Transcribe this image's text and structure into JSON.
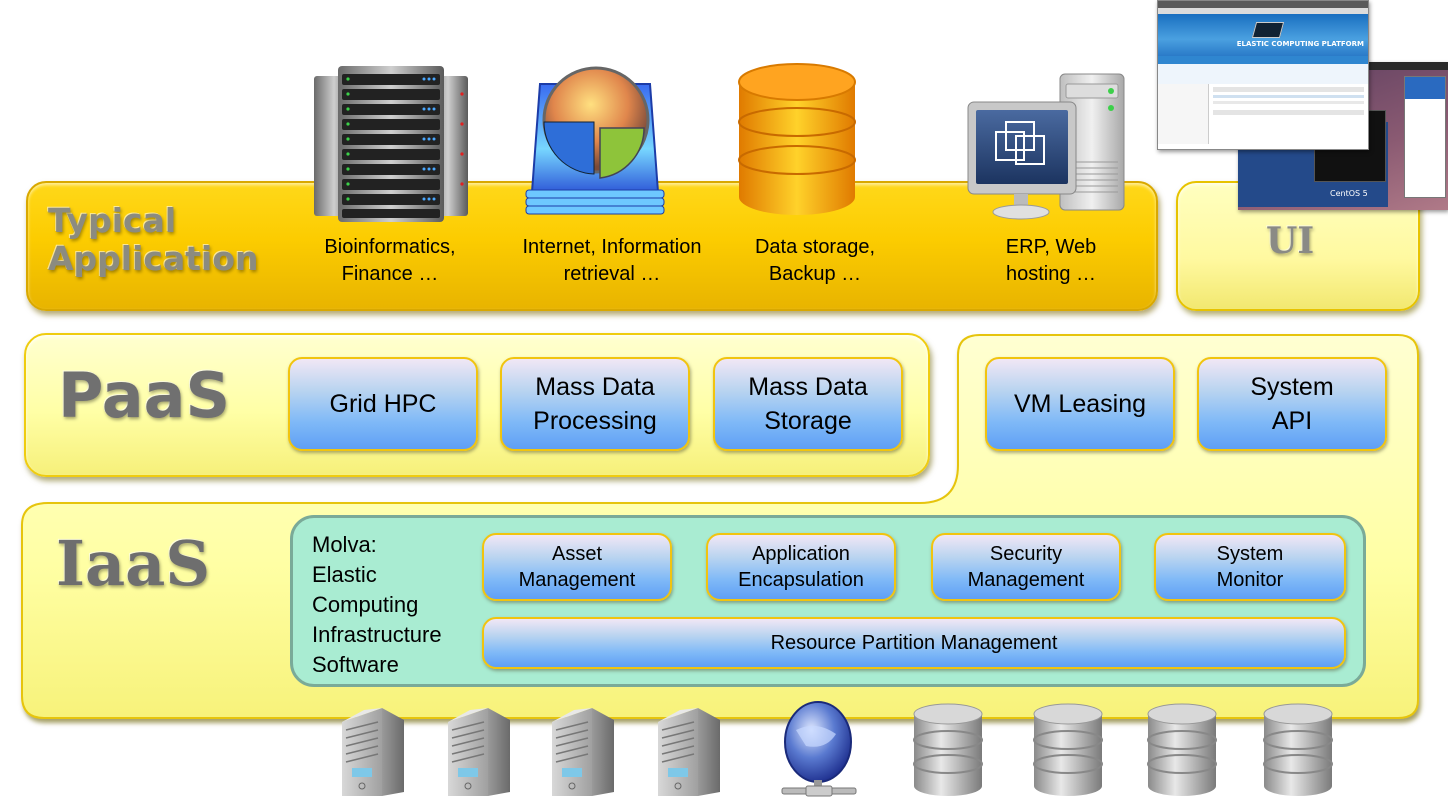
{
  "layers": {
    "typical_application": {
      "title_line1": "Typical",
      "title_line2": "Application",
      "apps": [
        {
          "icon": "server-rack-icon",
          "line1": "Bioinformatics,",
          "line2": "Finance …"
        },
        {
          "icon": "information-retrieval-icon",
          "line1": "Internet, Information",
          "line2": "retrieval …"
        },
        {
          "icon": "database-icon",
          "line1": "Data storage,",
          "line2": "Backup …"
        },
        {
          "icon": "virtual-machine-icon",
          "line1": "ERP, Web",
          "line2": "hosting …"
        }
      ]
    },
    "ui": {
      "title": "UI",
      "screenshot_front_banner": "ELASTIC COMPUTING PLATFORM",
      "screenshot_back_os": "CentOS 5"
    },
    "paas": {
      "title": "PaaS",
      "modules": [
        {
          "line1": "Grid HPC",
          "line2": ""
        },
        {
          "line1": "Mass Data",
          "line2": "Processing"
        },
        {
          "line1": "Mass Data",
          "line2": "Storage"
        }
      ],
      "side_modules": [
        {
          "line1": "VM Leasing",
          "line2": ""
        },
        {
          "line1": "System",
          "line2": "API"
        }
      ]
    },
    "iaas": {
      "title": "IaaS",
      "software_lines": [
        "Molva:",
        "Elastic",
        "Computing",
        "Infrastructure",
        "Software"
      ],
      "modules": [
        {
          "line1": "Asset",
          "line2": "Management"
        },
        {
          "line1": "Application",
          "line2": "Encapsulation"
        },
        {
          "line1": "Security",
          "line2": "Management"
        },
        {
          "line1": "System",
          "line2": "Monitor"
        }
      ],
      "base_module": "Resource Partition Management"
    }
  },
  "hardware": {
    "items": [
      "server",
      "server",
      "server",
      "server",
      "network",
      "storage",
      "storage",
      "storage",
      "storage"
    ]
  },
  "colors": {
    "app_layer": "#fccc00",
    "paas_layer": "#ffffa6",
    "software_panel": "#a9ecd2",
    "module_blue": "#7fb9f7",
    "module_border": "#f1c40f",
    "title_gray": "#6f6f6f"
  }
}
